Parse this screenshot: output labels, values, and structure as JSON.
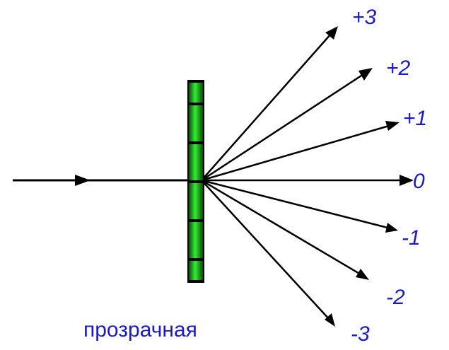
{
  "caption": "прозрачная",
  "orders": [
    {
      "label": "+3"
    },
    {
      "label": "+2"
    },
    {
      "label": "+1"
    },
    {
      "label": "0"
    },
    {
      "label": "-1"
    },
    {
      "label": "-2"
    },
    {
      "label": "-3"
    }
  ],
  "colors": {
    "label": "#1a1ac8",
    "ray": "#000000",
    "grating_fill": "#22cc22",
    "grating_edge": "#000000"
  }
}
